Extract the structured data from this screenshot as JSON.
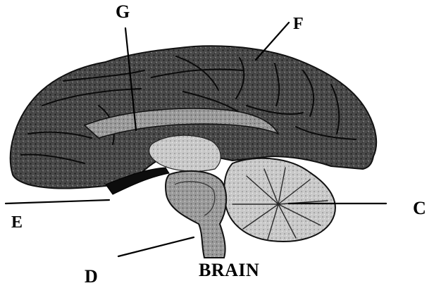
{
  "diagram": {
    "caption": "BRAIN",
    "labels": {
      "g": "G",
      "f": "F",
      "c": "C",
      "e": "E",
      "d": "D"
    }
  }
}
